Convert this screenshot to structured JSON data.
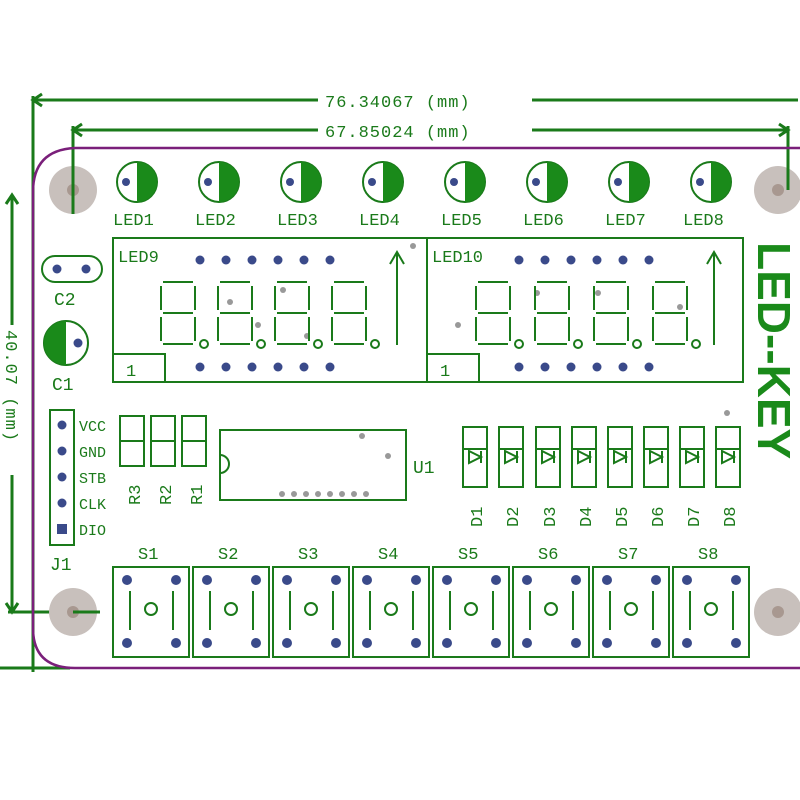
{
  "dimensions": {
    "outer_width": "76.34067 (mm)",
    "inner_width": "67.85024 (mm)",
    "height": "40.07 (mm)"
  },
  "brand": "LED--KEY",
  "leds": [
    "LED1",
    "LED2",
    "LED3",
    "LED4",
    "LED5",
    "LED6",
    "LED7",
    "LED8"
  ],
  "displays": [
    {
      "label": "LED9",
      "pin1": "1"
    },
    {
      "label": "LED10",
      "pin1": "1"
    }
  ],
  "capacitors": {
    "c2": "C2",
    "c1": "C1"
  },
  "connector": {
    "ref": "J1",
    "pins": [
      "VCC",
      "GND",
      "STB",
      "CLK",
      "DIO"
    ]
  },
  "resistors": [
    "R3",
    "R2",
    "R1"
  ],
  "ic": "U1",
  "diodes": [
    "D1",
    "D2",
    "D3",
    "D4",
    "D5",
    "D6",
    "D7",
    "D8"
  ],
  "switches": [
    "S1",
    "S2",
    "S3",
    "S4",
    "S5",
    "S6",
    "S7",
    "S8"
  ],
  "colors": {
    "silkscreen": "#1a7a1a",
    "outline": "#7a1f7a",
    "copper_dot": "#3a4a8a",
    "hole_ring": "#c8c0bc",
    "hole_core": "#a89890"
  }
}
